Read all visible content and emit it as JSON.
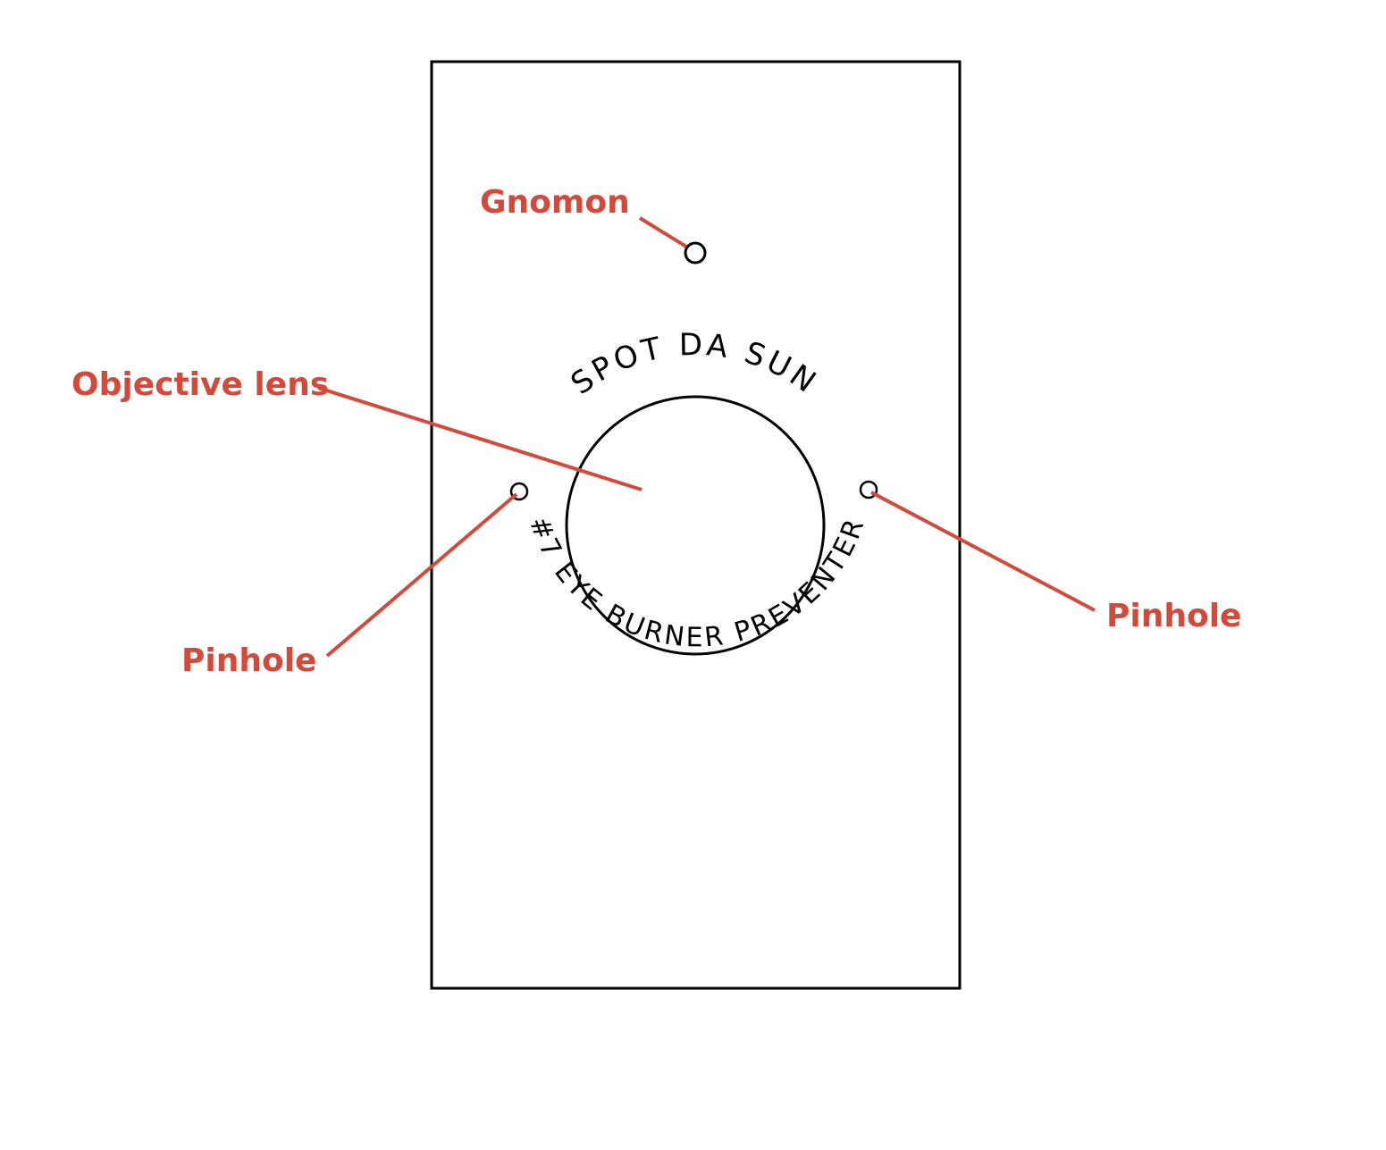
{
  "labels": {
    "gnomon": "Gnomon",
    "objective_lens": "Objective lens",
    "pinhole_left": "Pinhole",
    "pinhole_right": "Pinhole"
  },
  "ring_text": {
    "top": "SPOT   DA   SUN",
    "bottom": "#7 EYE BURNER PREVENTER"
  },
  "colors": {
    "callout": "#d44a3a",
    "stroke": "#000000",
    "background": "#ffffff"
  }
}
